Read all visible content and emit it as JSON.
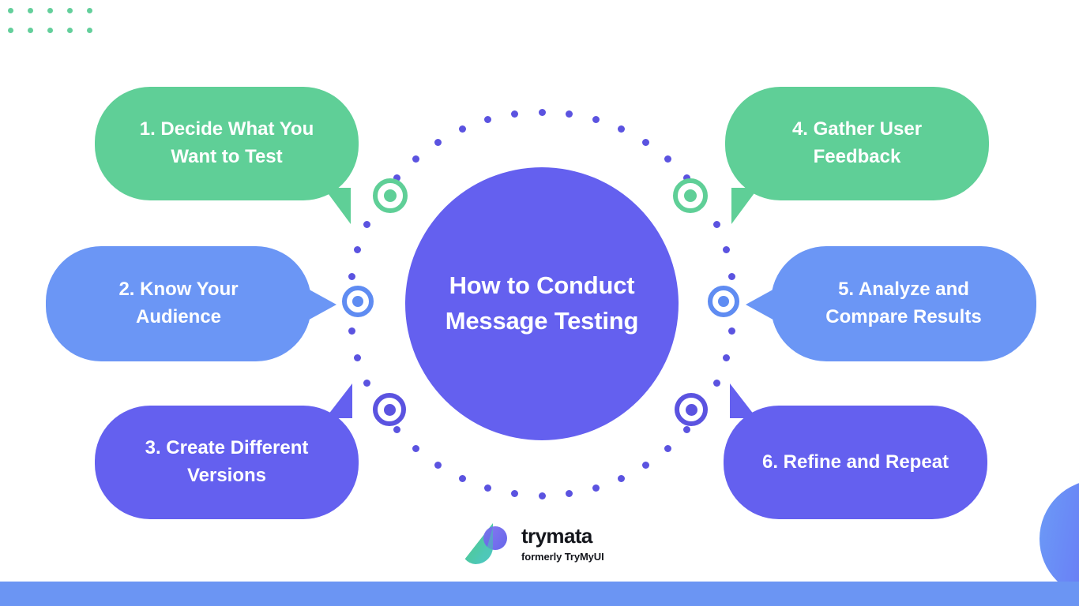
{
  "hub": {
    "title": "How to Conduct\nMessage Testing"
  },
  "steps": [
    {
      "id": 1,
      "label": "1.  Decide What You\nWant to Test",
      "color": "#5fcf97",
      "marker_color": "#5fcf97"
    },
    {
      "id": 2,
      "label": "2. Know Your\nAudience",
      "color": "#6b96f5",
      "marker_color": "#5f8cf2"
    },
    {
      "id": 3,
      "label": "3. Create Different\nVersions",
      "color": "#6460ef",
      "marker_color": "#5b53e0"
    },
    {
      "id": 4,
      "label": "4. Gather User\nFeedback",
      "color": "#5fcf97",
      "marker_color": "#5fcf97"
    },
    {
      "id": 5,
      "label": "5. Analyze and\nCompare Results",
      "color": "#6b96f5",
      "marker_color": "#5f8cf2"
    },
    {
      "id": 6,
      "label": "6. Refine and Repeat",
      "color": "#6460ef",
      "marker_color": "#5b53e0"
    }
  ],
  "logo": {
    "name": "trymata",
    "tagline": "formerly TryMyUI",
    "mark_gradient_start": "#53c98c",
    "mark_gradient_end": "#4fc9c0",
    "mark_accent": "#6b5fe8"
  },
  "decoration": {
    "dot_grid_color": "#63cf9b",
    "dot_grid_columns": 5,
    "dot_grid_rows": 2,
    "ring_dot_color": "#5b53e0",
    "ring_dot_count": 44,
    "bottom_bar_color": "#6b95f3",
    "corner_circle_gradient_start": "#6b9bf7",
    "corner_circle_gradient_end": "#7b4fe8",
    "background_color": "#ffffff"
  }
}
